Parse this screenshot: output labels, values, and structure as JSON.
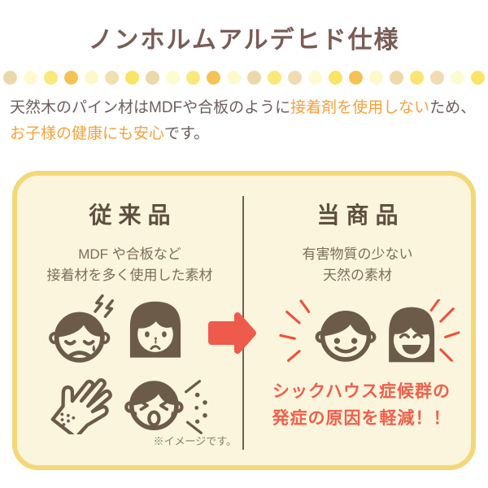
{
  "title": "ノンホルムアルデヒド仕様",
  "intro": {
    "l1a": "天然木のパイン材はMDFや合板のように",
    "l1b": "接着剤を使用しない",
    "l1c": "ため、",
    "l2a": "お子様の健康にも安心",
    "l2b": "です。"
  },
  "comparison": {
    "left": {
      "heading": "従来品",
      "desc_line1": "MDF や合板など",
      "desc_line2": "接着材を多く使用した素材",
      "icons": [
        "headache-boy-icon",
        "sad-girl-icon",
        "rash-hand-icon",
        "sneezing-boy-icon"
      ],
      "note": "※イメージです。"
    },
    "right": {
      "heading": "当商品",
      "desc_line1": "有害物質の少ない",
      "desc_line2": "天然の素材",
      "icons": [
        "happy-boy-icon",
        "happy-girl-icon"
      ],
      "highlight_line1": "シックハウス症候群の",
      "highlight_line2": "発症の原因を軽減！！"
    },
    "arrow_icon": "right-arrow-icon"
  },
  "colors": {
    "title_brown": "#7a5c57",
    "body_text": "#6d5e5e",
    "accent_orange": "#f5a23c",
    "heading_brown": "#5d4f3e",
    "desc_brown": "#7e6d57",
    "icon_brown": "#6c5b49",
    "box_background": "#fbf5dd",
    "box_border": "#f4d877",
    "divider": "#6f6152",
    "arrow_red": "#ee5a4b",
    "highlight_red": "#f15f4b",
    "ray_red": "#f0503c",
    "note_brown": "#8c7c66"
  },
  "dots": {
    "colors": [
      "#ead8ab",
      "#fdfbcf",
      "#fae878",
      "#f5c355",
      "#fdf8c8",
      "#f2dfb2",
      "#f9e465",
      "#ecd8a8",
      "#fdfbd2",
      "#fae878",
      "#f5c355",
      "#fdf9cb",
      "#ecd9ab",
      "#fae878",
      "#f0dcb0",
      "#fdfbd2",
      "#f9e465",
      "#f5c355",
      "#fdf9cb",
      "#eed9a9",
      "#f9e570",
      "#f0dcb0",
      "#fdfbd2",
      "#f9e465"
    ]
  }
}
